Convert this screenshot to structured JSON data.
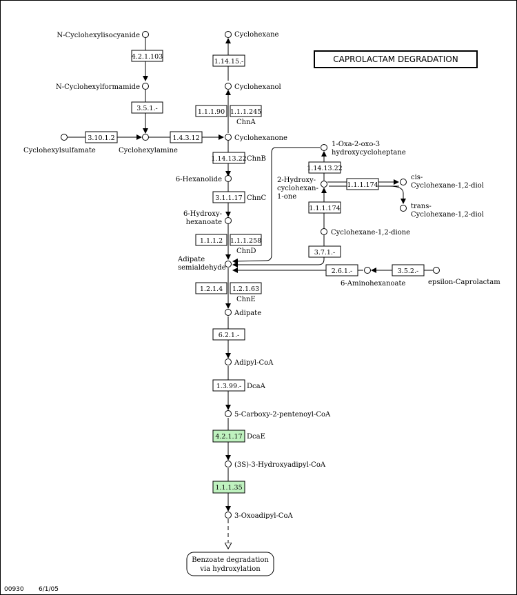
{
  "title": "CAPROLACTAM  DEGRADATION",
  "footer": {
    "map_id": "00930",
    "date": "6/1/05"
  },
  "link": {
    "line1": "Benzoate degradation",
    "line2": "via hydroxylation"
  },
  "compounds": {
    "n_cyclohexylisocyanide": "N-Cyclohexylisocyanide",
    "n_cyclohexylformamide": "N-Cyclohexylformamide",
    "cyclohexylsulfamate": "Cyclohexylsulfamate",
    "cyclohexylamine": "Cyclohexylamine",
    "cyclohexane": "Cyclohexane",
    "cyclohexanol": "Cyclohexanol",
    "cyclohexanone": "Cyclohexanone",
    "hexanolide": "6-Hexanolide",
    "hydroxyhexanoate_1": "6-Hydroxy-",
    "hydroxyhexanoate_2": "hexanoate",
    "adipate_semialdehyde_1": "Adipate",
    "adipate_semialdehyde_2": "semialdehyde",
    "adipate": "Adipate",
    "adipyl_coa": "Adipyl-CoA",
    "carboxy_pentenoyl_coa": "5-Carboxy-2-pentenoyl-CoA",
    "hydroxyadipyl_coa": "(3S)-3-Hydroxyadipyl-CoA",
    "oxoadipyl_coa": "3-Oxoadipyl-CoA",
    "oxa_oxo_1": "1-Oxa-2-oxo-3",
    "oxa_oxo_2": "hydroxycycloheptane",
    "hydroxycyclohexanone_1": "2-Hydroxy-",
    "hydroxycyclohexanone_2": "cyclohexan-",
    "hydroxycyclohexanone_3": "1-one",
    "cis_diol_1": "cis-",
    "cis_diol_2": "Cyclohexane-1,2-diol",
    "trans_diol_1": "trans-",
    "trans_diol_2": "Cyclohexane-1,2-diol",
    "cyclohexanedione": "Cyclohexane-1,2-dione",
    "aminohexanoate": "6-Aminohexanoate",
    "caprolactam": "epsilon-Caprolactam"
  },
  "enzymes": {
    "e42_1_103": "4.2.1.103",
    "e3_5_1": "3.5.1.-",
    "e3_10_1_2": "3.10.1.2",
    "e1_4_3_12": "1.4.3.12",
    "e1_14_15": "1.14.15.-",
    "e1_1_1_90": "1.1.1.90",
    "e1_1_1_245": "1.1.1.245",
    "e1_14_13_22_a": "1.14.13.22",
    "e3_1_1_17": "3.1.1.17",
    "e1_1_1_2": "1.1.1.2",
    "e1_1_1_258": "1.1.1.258",
    "e1_2_1_4": "1.2.1.4",
    "e1_2_1_63": "1.2.1.63",
    "e6_2_1": "6.2.1.-",
    "e1_3_99": "1.3.99.-",
    "e4_2_1_17": "4.2.1.17",
    "e1_1_1_35": "1.1.1.35",
    "e1_14_13_22_b": "1.14.13.22",
    "e1_1_1_174_a": "1.1.1.174",
    "e1_1_1_174_b": "1.1.1.174",
    "e3_7_1": "3.7.1.-",
    "e2_6_1": "2.6.1.-",
    "e3_5_2": "3.5.2.-"
  },
  "genes": {
    "chnA": "ChnA",
    "chnB": "ChnB",
    "chnC": "ChnC",
    "chnD": "ChnD",
    "chnE": "ChnE",
    "dcaA": "DcaA",
    "dcaE": "DcaE"
  },
  "colors": {
    "highlight": "#bff2bf",
    "line": "#000000",
    "background": "#ffffff"
  }
}
